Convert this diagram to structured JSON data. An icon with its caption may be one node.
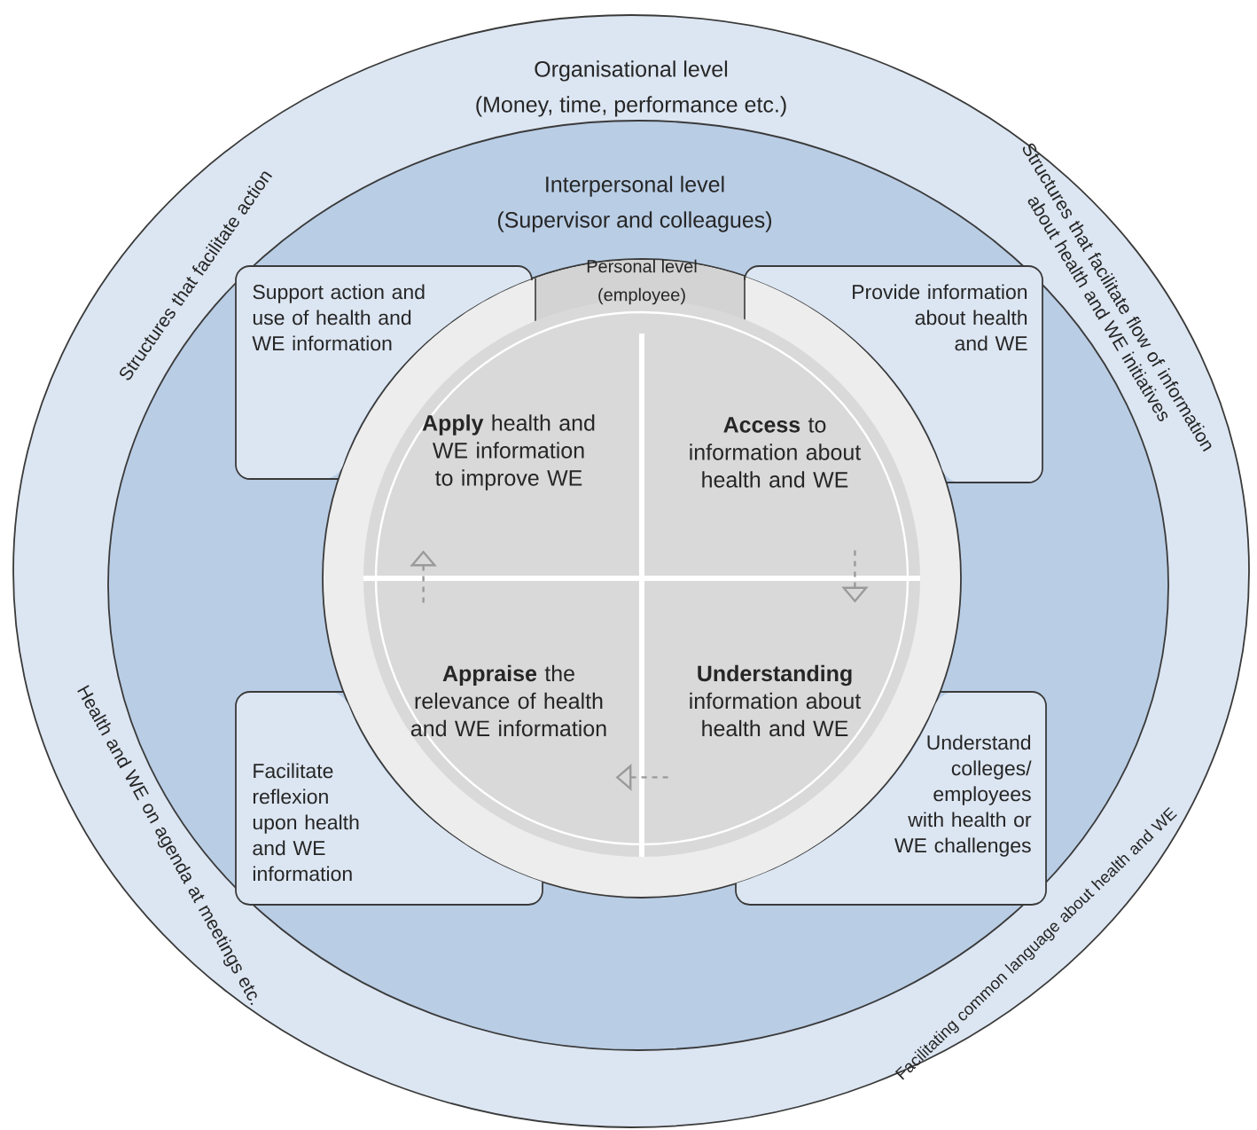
{
  "diagram": {
    "nodes": [
      {
        "text": [
          "Organisational level",
          "(Money, time, performance etc.)"
        ]
      },
      {
        "text": [
          "Interpersonal level",
          "(Supervisor and colleagues)"
        ],
        "in": 0
      },
      {
        "text": [
          "Personal level",
          "(employee)"
        ],
        "in": 1
      },
      {
        "text": [
          "**Apply** health and WE information to improve WE"
        ],
        "in": 2
      },
      {
        "text": [
          "**Access** to information about health and WE"
        ],
        "in": 2
      },
      {
        "text": [
          "**Appraise** the relevance of health and WE information"
        ],
        "in": 2
      },
      {
        "text": [
          "**Understanding** information about health and WE"
        ],
        "in": 2
      },
      {
        "text": [
          "Support action and use of health and WE information"
        ],
        "in": 1
      },
      {
        "text": [
          "Provide information about health and WE"
        ],
        "in": 1
      },
      {
        "text": [
          "Facilitate reflexion upon health and WE information"
        ],
        "in": 1
      },
      {
        "text": [
          "Understand colleges/ employees with health or WE challenges"
        ],
        "in": 1
      }
    ],
    "edges": [
      {
        "from": 4,
        "to": 6,
        "arrow": "to",
        "style": "dashed"
      },
      {
        "from": 6,
        "to": 5,
        "arrow": "to",
        "style": "dashed"
      },
      {
        "from": 5,
        "to": 3,
        "arrow": "to",
        "style": "dashed"
      }
    ],
    "labels": [
      "Structures that facilitate action",
      "Structures that facilitate flow of information about health and WE initiatives",
      "Health and WE on agenda at meetings etc.",
      "Facilitating common language about health and WE"
    ]
  }
}
